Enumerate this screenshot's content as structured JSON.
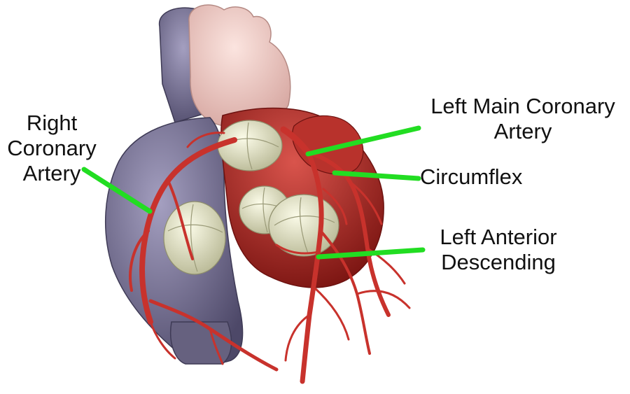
{
  "labels": {
    "right_coronary": "Right\nCoronary\nArtery",
    "left_main": "Left Main Coronary\nArtery",
    "circumflex": "Circumflex",
    "lad": "Left Anterior\nDescending"
  },
  "colors": {
    "pointer": "#22dd22",
    "artery": "#c8322c",
    "artery_dark": "#8e1b18",
    "aorta": "#eec6c0",
    "vena_cava": "#7a7598",
    "right_side": "#716c91",
    "left_side": "#b03a34",
    "valve": "#e8e8c8"
  }
}
